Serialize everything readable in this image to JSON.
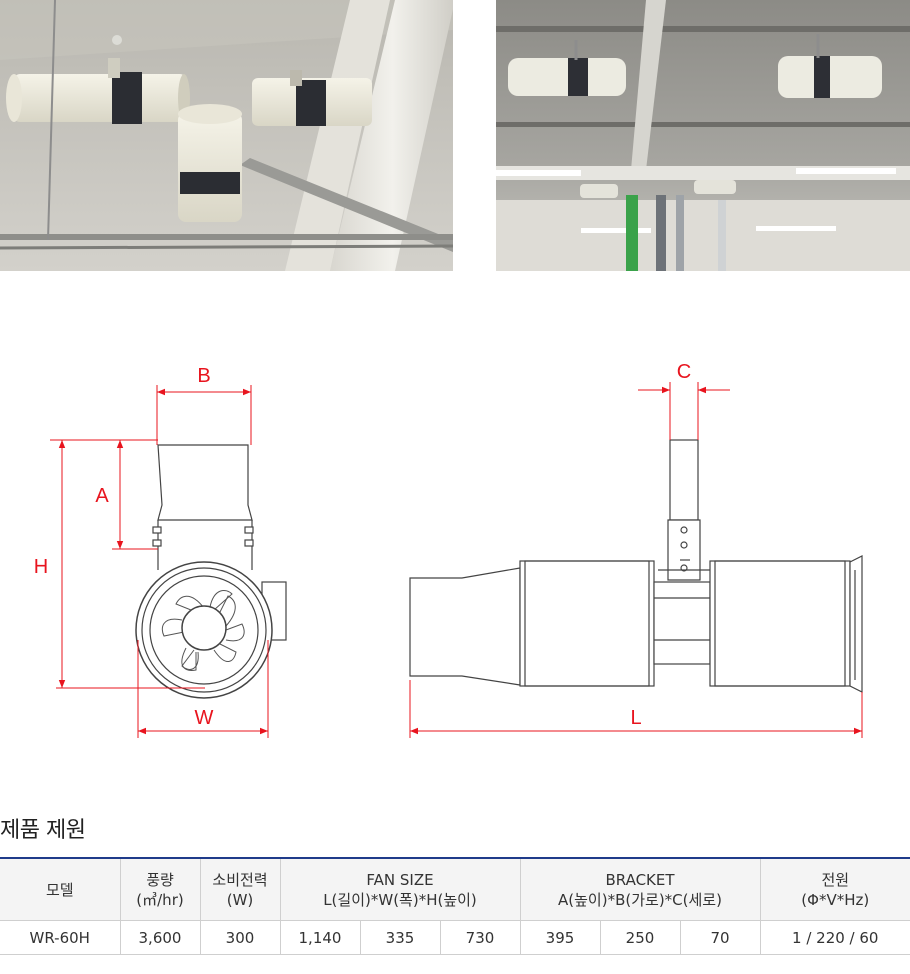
{
  "section_title": "제품 제원",
  "dimension_labels": {
    "side": {
      "a": "A",
      "b": "B",
      "h": "H",
      "w": "W"
    },
    "front": {
      "c": "C",
      "l": "L"
    }
  },
  "table": {
    "headers": {
      "model": "모델",
      "airflow": {
        "line1": "풍량",
        "line2": "(㎥/hr)"
      },
      "power": {
        "line1": "소비전력",
        "line2": "(W)"
      },
      "fan_size": {
        "line1": "FAN SIZE",
        "line2": "L(길이)*W(폭)*H(높이)"
      },
      "bracket": {
        "line1": "BRACKET",
        "line2": "A(높이)*B(가로)*C(세로)"
      },
      "supply": {
        "line1": "전원",
        "line2": "(Φ*V*Hz)"
      }
    },
    "rows": [
      {
        "model": "WR-60H",
        "airflow": "3,600",
        "power": "300",
        "fan_l": "1,140",
        "fan_w": "335",
        "fan_h": "730",
        "bracket_a": "395",
        "bracket_b": "250",
        "bracket_c": "70",
        "supply": "1 / 220 / 60"
      }
    ]
  },
  "colors": {
    "dimension_line": "#e8141e",
    "table_top_border": "#1f3b8a",
    "header_background": "#f4f4f4"
  }
}
